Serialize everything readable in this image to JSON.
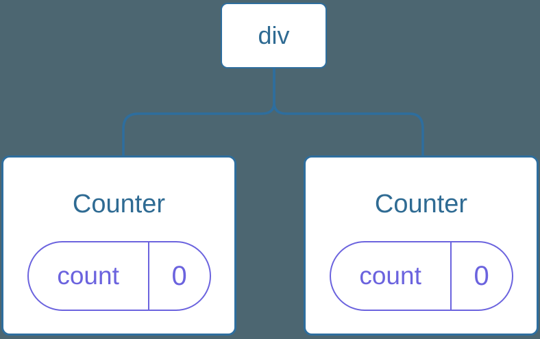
{
  "diagram": {
    "title": "component-tree",
    "colors": {
      "background": "#4C6671",
      "line": "#2E6E9E",
      "heading": "#2F6B93",
      "state": "#6B63DE",
      "node_fill": "#FFFFFF"
    },
    "root": {
      "label": "div"
    },
    "children": [
      {
        "label": "Counter",
        "state_key": "count",
        "state_value": "0"
      },
      {
        "label": "Counter",
        "state_key": "count",
        "state_value": "0"
      }
    ]
  }
}
